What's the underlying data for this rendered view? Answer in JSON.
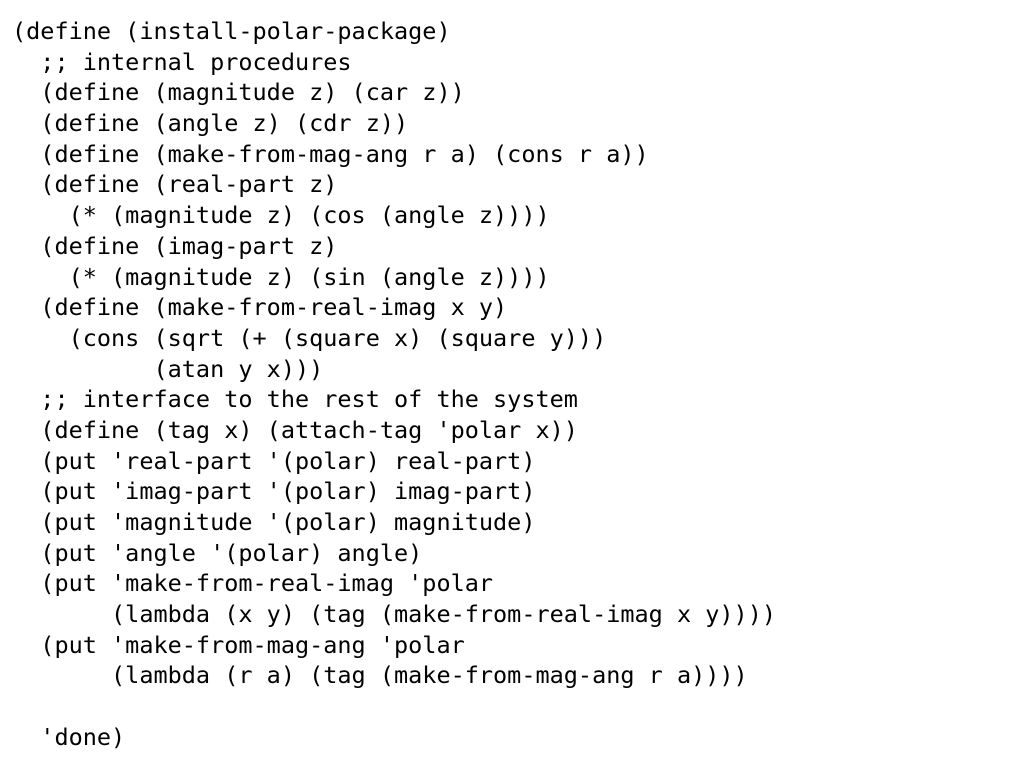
{
  "code": {
    "lines": [
      "(define (install-polar-package)",
      "  ;; internal procedures",
      "  (define (magnitude z) (car z))",
      "  (define (angle z) (cdr z))",
      "  (define (make-from-mag-ang r a) (cons r a))",
      "  (define (real-part z)",
      "    (* (magnitude z) (cos (angle z))))",
      "  (define (imag-part z)",
      "    (* (magnitude z) (sin (angle z))))",
      "  (define (make-from-real-imag x y)",
      "    (cons (sqrt (+ (square x) (square y)))",
      "          (atan y x)))",
      "  ;; interface to the rest of the system",
      "  (define (tag x) (attach-tag 'polar x))",
      "  (put 'real-part '(polar) real-part)",
      "  (put 'imag-part '(polar) imag-part)",
      "  (put 'magnitude '(polar) magnitude)",
      "  (put 'angle '(polar) angle)",
      "  (put 'make-from-real-imag 'polar",
      "       (lambda (x y) (tag (make-from-real-imag x y))))",
      "  (put 'make-from-mag-ang 'polar",
      "       (lambda (r a) (tag (make-from-mag-ang r a))))",
      "",
      "  'done)"
    ]
  }
}
